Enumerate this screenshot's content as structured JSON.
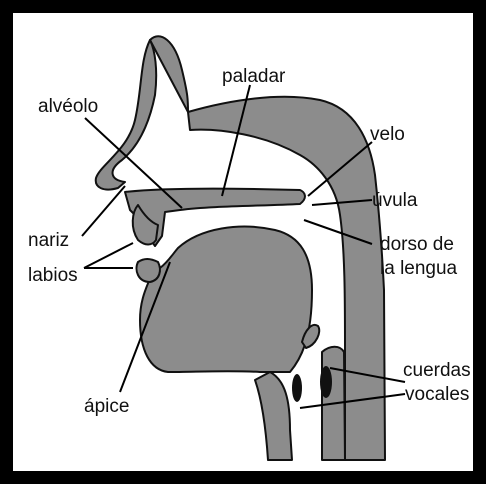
{
  "labels": {
    "paladar": "paladar",
    "alveolo": "alvéolo",
    "velo": "velo",
    "uvula": "úvula",
    "nariz": "nariz",
    "dorso_line1": "dorso de",
    "dorso_line2": "la lengua",
    "labios": "labios",
    "apice": "ápice",
    "cuerdas_line1": "cuerdas",
    "cuerdas_line2": "vocales"
  },
  "colors": {
    "frame": "#000000",
    "paper": "#ffffff",
    "tissue": "#8c8c8c",
    "ink": "#111111"
  }
}
